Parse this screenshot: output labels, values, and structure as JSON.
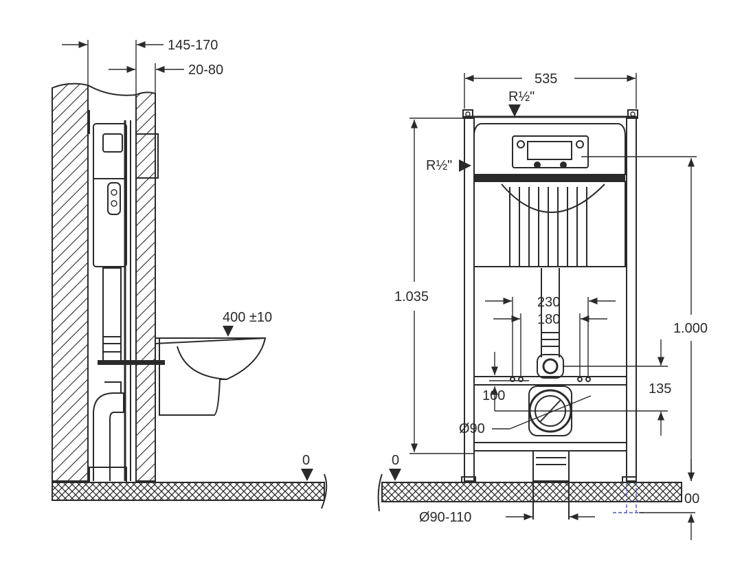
{
  "side_view": {
    "dim_wall_depth": "145-170",
    "dim_front_wall": "20-80",
    "dim_bowl_height": "400 ±10",
    "floor_level": "0"
  },
  "front_view": {
    "dim_width": "535",
    "inlet_top": "R½\"",
    "inlet_side": "R½\"",
    "dim_total_height": "1.035",
    "dim_height_1000": "1.000",
    "dim_bolt_230": "230",
    "dim_bolt_180": "180",
    "dim_100": "100",
    "dim_135": "135",
    "dim_drain_dia": "Ø90",
    "dim_outlet_dia": "Ø90-110",
    "floor_level": "0",
    "dim_floor_00": "00"
  },
  "colors": {
    "line": "#2a2a2a",
    "hidden": "#4a5ab0"
  }
}
